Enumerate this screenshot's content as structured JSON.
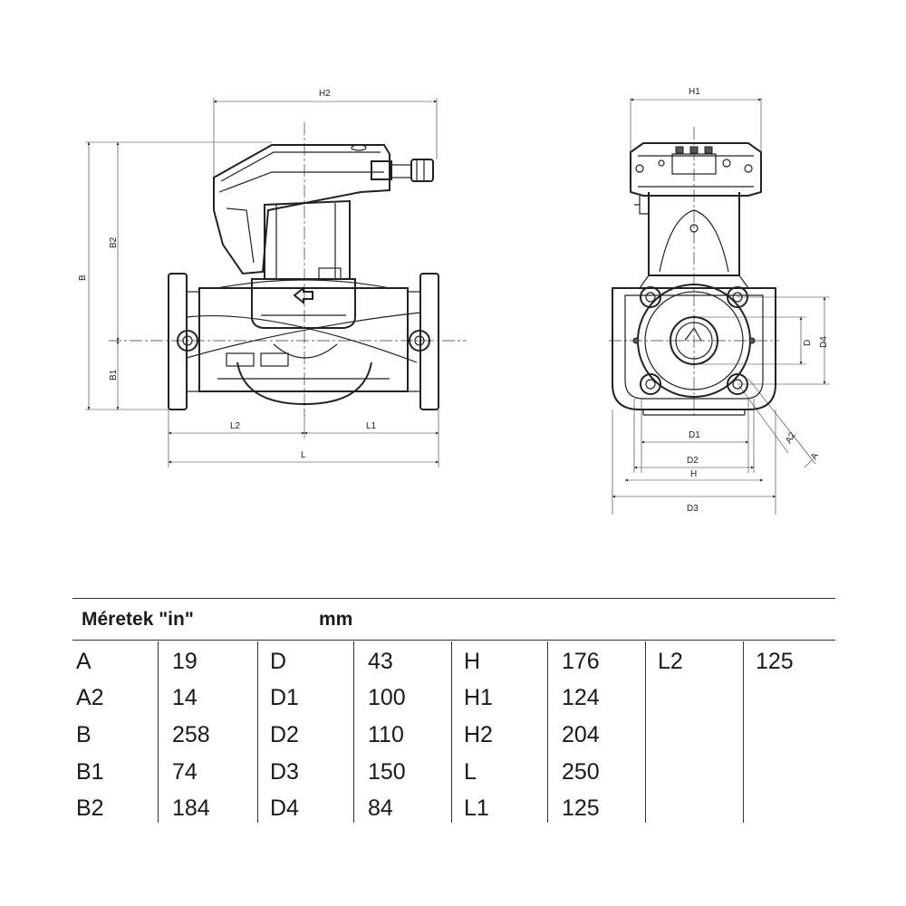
{
  "drawing": {
    "front_view": {
      "dim_labels": {
        "H2": "H2",
        "B": "B",
        "B2": "B2",
        "B1": "B1",
        "L2": "L2",
        "L1": "L1",
        "L": "L"
      }
    },
    "side_view": {
      "dim_labels": {
        "H1": "H1",
        "D": "D",
        "D4": "D4",
        "A2": "A2",
        "A": "A",
        "D1": "D1",
        "D2": "D2",
        "H": "H",
        "D3": "D3"
      }
    }
  },
  "table": {
    "title": "Méretek \"in\"",
    "unit": "mm",
    "columns": [
      {
        "rows": [
          {
            "label": "A",
            "value": "19"
          },
          {
            "label": "A2",
            "value": "14"
          },
          {
            "label": "B",
            "value": "258"
          },
          {
            "label": "B1",
            "value": "74"
          },
          {
            "label": "B2",
            "value": "184"
          }
        ]
      },
      {
        "rows": [
          {
            "label": "D",
            "value": "43"
          },
          {
            "label": "D1",
            "value": "100"
          },
          {
            "label": "D2",
            "value": "110"
          },
          {
            "label": "D3",
            "value": "150"
          },
          {
            "label": "D4",
            "value": "84"
          }
        ]
      },
      {
        "rows": [
          {
            "label": "H",
            "value": "176"
          },
          {
            "label": "H1",
            "value": "124"
          },
          {
            "label": "H2",
            "value": "204"
          },
          {
            "label": "L",
            "value": "250"
          },
          {
            "label": "L1",
            "value": "125"
          }
        ]
      },
      {
        "rows": [
          {
            "label": "L2",
            "value": "125"
          }
        ]
      }
    ]
  }
}
